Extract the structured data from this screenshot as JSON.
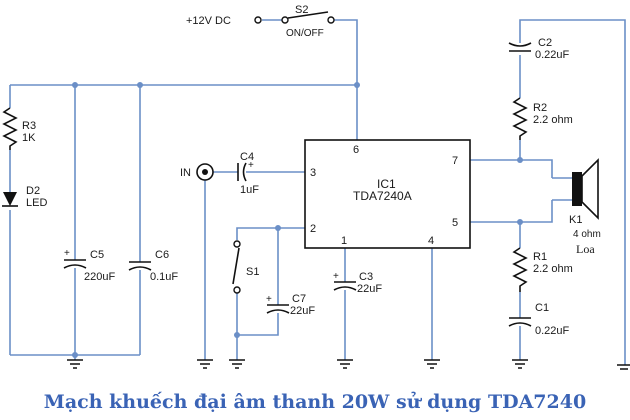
{
  "title": "Mạch khuếch đại âm thanh 20W sử dụng TDA7240",
  "supply": {
    "label": "+12V DC"
  },
  "switch_s2": {
    "ref": "S2",
    "text": "ON/OFF"
  },
  "input": {
    "label": "IN"
  },
  "ic": {
    "ref": "IC1",
    "part": "TDA7240A",
    "pins": [
      "6",
      "3",
      "2",
      "1",
      "4",
      "7",
      "5"
    ]
  },
  "components": {
    "r3": {
      "ref": "R3",
      "value": "1K"
    },
    "d2": {
      "ref": "D2",
      "value": "LED"
    },
    "c5": {
      "ref": "C5",
      "value": "220uF"
    },
    "c6": {
      "ref": "C6",
      "value": "0.1uF"
    },
    "c4": {
      "ref": "C4",
      "value": "1uF"
    },
    "s1": {
      "ref": "S1"
    },
    "c7": {
      "ref": "C7",
      "value": "22uF"
    },
    "c3": {
      "ref": "C3",
      "value": "22uF"
    },
    "c2": {
      "ref": "C2",
      "value": "0.22uF"
    },
    "r2": {
      "ref": "R2",
      "value": "2.2 ohm"
    },
    "r1": {
      "ref": "R1",
      "value": "2.2 ohm"
    },
    "c1": {
      "ref": "C1",
      "value": "0.22uF"
    },
    "k1": {
      "ref": "K1",
      "value": "4 ohm",
      "note": "Loa"
    }
  },
  "colors": {
    "wire": "#6b8fc7",
    "component": "#111111",
    "title": "#3a63b5"
  }
}
